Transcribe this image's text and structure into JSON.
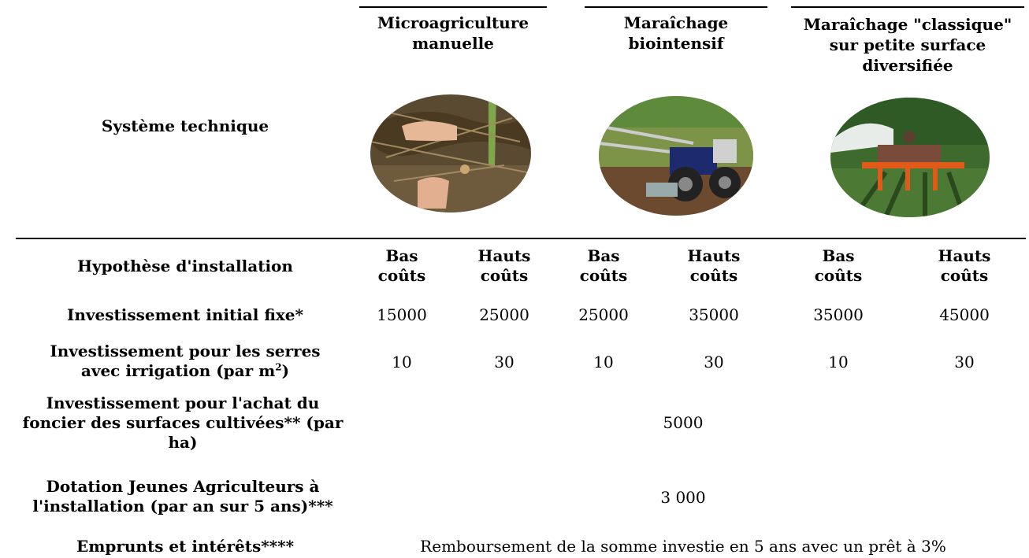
{
  "header": {
    "row_label": "Système technique",
    "systems": [
      {
        "title": "Microagriculture manuelle",
        "photo": "hands-in-soil-photo"
      },
      {
        "title": "Maraîchage biointensif",
        "photo": "walk-behind-tractor-photo"
      },
      {
        "title": "Maraîchage \"classique\" sur petite surface diversifiée",
        "photo": "tractor-field-photo"
      }
    ]
  },
  "hypothesis": {
    "label": "Hypothèse d'installation",
    "columns": [
      "Bas coûts",
      "Hauts coûts",
      "Bas coûts",
      "Hauts coûts",
      "Bas coûts",
      "Hauts coûts"
    ]
  },
  "rows": [
    {
      "label": "Investissement initial fixe*",
      "values": [
        "15000",
        "25000",
        "25000",
        "35000",
        "35000",
        "45000"
      ]
    },
    {
      "label_line1": "Investissement pour les serres",
      "label_line2": "avec irrigation (par  m",
      "label_sup": "2",
      "label_tail": ")",
      "values": [
        "10",
        "30",
        "10",
        "30",
        "10",
        "30"
      ]
    },
    {
      "label": "Investissement pour l'achat du foncier des surfaces cultivées** (par ha)",
      "merged_value": "5000"
    },
    {
      "label": "Dotation Jeunes Agriculteurs à l'installation (par an sur 5 ans)***",
      "merged_value": "3 000"
    },
    {
      "label": "Emprunts et intérêts****",
      "merged_value": "Remboursement de la somme investie en 5 ans avec un prêt à 3%"
    }
  ]
}
